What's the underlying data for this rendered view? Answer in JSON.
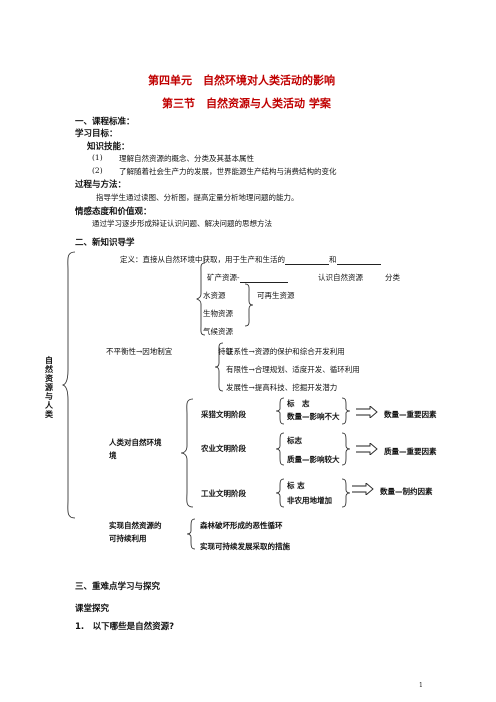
{
  "title1": "第四单元　自然环境对人类活动的影响",
  "title2": "第三节　自然资源与人类活动 学案",
  "s1_heading": "一、课程标准：",
  "goal_heading": "学习目标：",
  "knowledge_heading": "知识技能：",
  "k1_num": "(1)",
  "k1_text": "理解自然资源的概念、分类及其基本属性",
  "k2_num": "(2)",
  "k2_text": "了解随着社会生产力的发展，世界能源生产结构与消费结构的变化",
  "process_heading": "过程与方法：",
  "process_text": "指导学生通过读图、分析图，提高定量分析地理问题的能力。",
  "emotion_heading": "情感态度和价值观：",
  "emotion_text": "通过学习逐步形成辩证认识问题、解决问题的思想方法",
  "s2_heading": "二、新知识导学",
  "diagram": {
    "root_label": "自然资源与人类",
    "def_text": "定义：直接从自然环境中获取，用于生产和生活的",
    "def_and": "和",
    "mineral": "矿产资源-",
    "recognize": "认识自然资源",
    "classify": "分类",
    "water": "水资源",
    "renewable": "可再生资源",
    "bio": "生物资源",
    "climate": "气候资源",
    "uneven": "不平衡性→因地制宜",
    "feature": "特征",
    "systemic": "联系性→资源的保护和综合开发利用",
    "limited": "有限性→合理规划、适度开发、循环利用",
    "develop": "发展性→提高科技、挖掘开发潜力",
    "human_env": "人类对自然环境",
    "stage1": "采猎文明阶段",
    "mark": "标　志",
    "s1_mark2": "数量—影响不大",
    "s1_result": "数量—重要因素",
    "stage2": "农业文明阶段",
    "s2_mark1": "标志",
    "s2_mark2": "质量—影响较大",
    "s2_result": "质量—重要因素",
    "stage3": "工业文明阶段",
    "s3_mark1": "标 志",
    "s3_mark2": "非农用地增加",
    "s3_result": "数量—制约因素",
    "sustain1": "实现自然资源的",
    "sustain2": "可持续利用",
    "sus_a": "森林破坏形成的恶性循环",
    "sus_b": "实现可持续发展采取的措施"
  },
  "s3_heading": "三、重难点学习与探究",
  "class_heading": "课堂探究",
  "q1": "1.　以下哪些是自然资源?",
  "page_number": "1"
}
